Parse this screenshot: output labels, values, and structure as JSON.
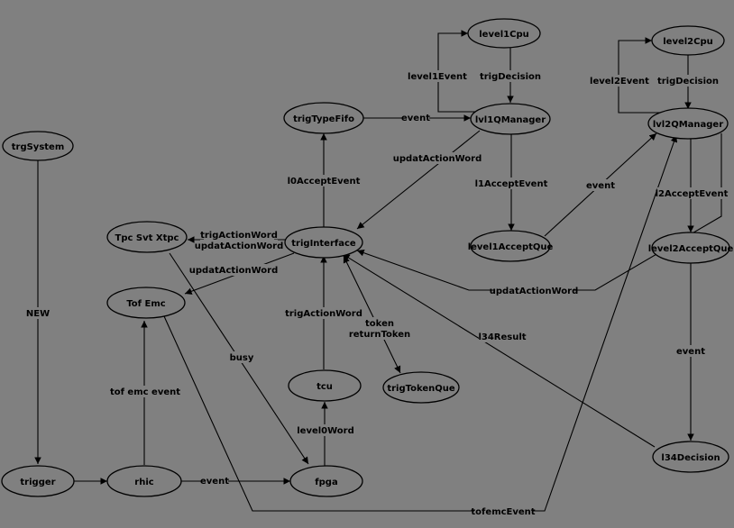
{
  "nodes": {
    "level1Cpu": "level1Cpu",
    "level2Cpu": "level2Cpu",
    "trigTypeFifo": "trigTypeFifo",
    "lvl1QManager": "lvl1QManager",
    "lvl2QManager": "lvl2QManager",
    "trgSystem": "trgSystem",
    "level1AcceptQue": "level1AcceptQue",
    "level2AcceptQue": "level2AcceptQue",
    "tpcSvtXtpc": "Tpc Svt Xtpc",
    "trigInterface": "trigInterface",
    "tofEmc": "Tof Emc",
    "tcu": "tcu",
    "trigTokenQue": "trigTokenQue",
    "trigger": "trigger",
    "rhic": "rhic",
    "fpga": "fpga",
    "l34Decision": "l34Decision"
  },
  "edge_labels": {
    "level1Event": "level1Event",
    "trigDecision1": "trigDecision",
    "level2Event": "level2Event",
    "trigDecision2": "trigDecision",
    "event_fifo": "event",
    "updatActionWord_top": "updatActionWord",
    "l0AcceptEvent": "l0AcceptEvent",
    "l1AcceptEvent": "l1AcceptEvent",
    "event_l1q": "event",
    "l2AcceptEvent": "l2AcceptEvent",
    "trigActionWord_tpc": "trigActionWord",
    "updatActionWord_tpc": "updatActionWord",
    "updatActionWord_tof": "updatActionWord",
    "updatActionWord_right": "updatActionWord",
    "NEW": "NEW",
    "event_l2q": "event",
    "l34Result": "l34Result",
    "trigActionWord_tcu": "trigActionWord",
    "token": "token",
    "returnToken": "returnToken",
    "busy": "busy",
    "tofEmcEvent_v": "tof emc event",
    "level0Word": "level0Word",
    "event_rhic": "event",
    "tofemcEvent": "tofemcEvent"
  }
}
